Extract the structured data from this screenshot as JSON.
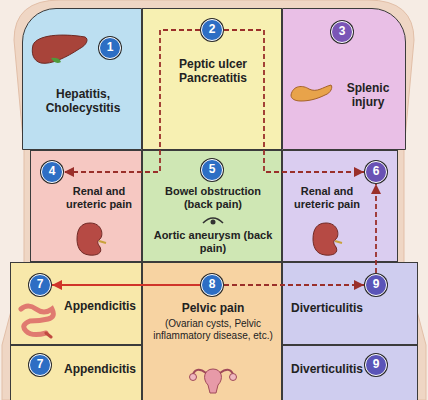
{
  "diagram": {
    "nodes": [
      {
        "text": [
          "Hepatitis, Cholecystitis"
        ]
      },
      {
        "text": [
          "1"
        ],
        "in": 0
      },
      {
        "text": [
          "Peptic ulcer Pancreatitis"
        ]
      },
      {
        "text": [
          "2"
        ],
        "in": 2
      },
      {
        "text": [
          "Splenic injury"
        ]
      },
      {
        "text": [
          "3"
        ],
        "in": 4
      },
      {
        "text": [
          "Renal and ureteric pain"
        ]
      },
      {
        "text": [
          "4"
        ],
        "in": 6
      },
      {
        "text": [
          "Bowel obstruction (back pain)",
          "Aortic aneurysm (back pain)"
        ]
      },
      {
        "text": [
          "5"
        ],
        "in": 8
      },
      {
        "text": [
          "Renal and ureteric pain"
        ]
      },
      {
        "text": [
          "6"
        ],
        "in": 10
      },
      {
        "text": [
          "Appendicitis"
        ]
      },
      {
        "text": [
          "7"
        ],
        "in": 12
      },
      {
        "text": [
          "Pelvic pain",
          "(Ovarian cysts, Pelvic inflammatory disease, etc.)"
        ]
      },
      {
        "text": [
          "8"
        ],
        "in": 14
      },
      {
        "text": [
          "Diverticulitis"
        ]
      },
      {
        "text": [
          "9"
        ],
        "in": 16
      },
      {
        "text": [
          "Appendicitis"
        ]
      },
      {
        "text": [
          "7"
        ],
        "in": 18
      },
      {
        "text": [
          "Diverticulitis"
        ]
      },
      {
        "text": [
          "9"
        ],
        "in": 20
      }
    ],
    "edges": [
      {
        "from": 3,
        "to": 7,
        "arrow": "to"
      },
      {
        "from": 3,
        "to": 11,
        "arrow": "to"
      },
      {
        "from": 15,
        "to": 13,
        "arrow": "to"
      },
      {
        "from": 15,
        "to": 17,
        "arrow": "to"
      },
      {
        "from": 17,
        "to": 11,
        "arrow": "to"
      }
    ]
  }
}
